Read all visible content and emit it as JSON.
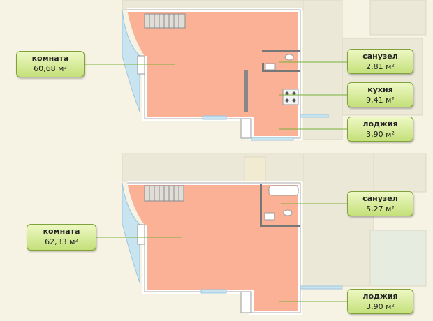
{
  "plans": [
    {
      "rooms": [
        {
          "id": "room",
          "name": "комната",
          "area": "60,68",
          "unit": "м²"
        },
        {
          "id": "bathroom",
          "name": "санузел",
          "area": "2,81",
          "unit": "м²"
        },
        {
          "id": "kitchen",
          "name": "кухня",
          "area": "9,41",
          "unit": "м²"
        },
        {
          "id": "loggia",
          "name": "лоджия",
          "area": "3,90",
          "unit": "м²"
        }
      ]
    },
    {
      "rooms": [
        {
          "id": "room",
          "name": "комната",
          "area": "62,33",
          "unit": "м²"
        },
        {
          "id": "bathroom",
          "name": "санузел",
          "area": "5,27",
          "unit": "м²"
        },
        {
          "id": "loggia",
          "name": "лоджия",
          "area": "3,90",
          "unit": "м²"
        }
      ]
    }
  ],
  "colors": {
    "room_fill": "#fbb196",
    "wall": "#ffffff",
    "wall_outline": "#9a9a9a",
    "background_building": "#eae7d6",
    "glass": "#c9e4f1",
    "label_border": "#7fa33a",
    "leader_line": "#7ab03a"
  }
}
